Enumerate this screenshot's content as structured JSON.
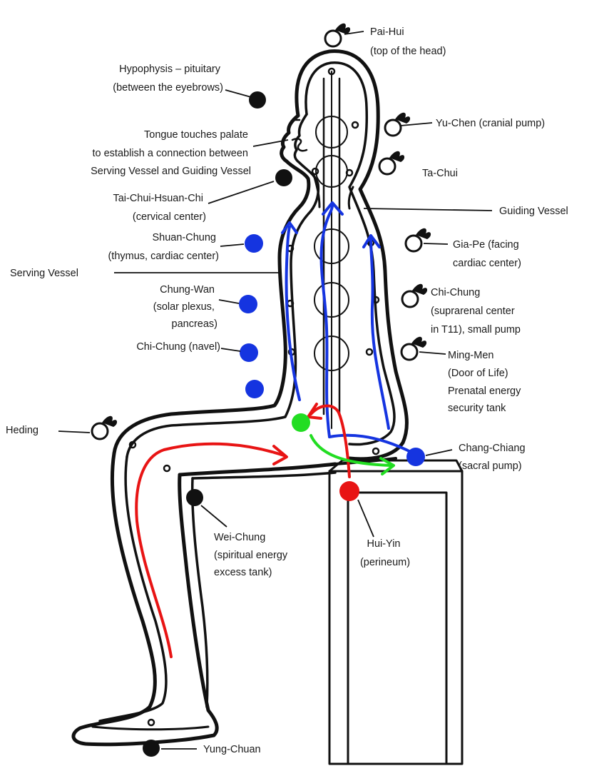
{
  "labels": {
    "pai_hui": [
      "Pai-Hui",
      "(top of the head)"
    ],
    "hypophysis": [
      "Hypophysis – pituitary",
      "(between the eyebrows)"
    ],
    "tongue": [
      "Tongue touches palate",
      "to establish a connection between",
      "Serving Vessel and Guiding Vessel"
    ],
    "yu_chen": [
      "Yu-Chen (cranial pump)"
    ],
    "ta_chui": [
      "Ta-Chui"
    ],
    "tai_chui": [
      "Tai-Chui-Hsuan-Chi",
      "(cervical center)"
    ],
    "guiding_vessel": [
      "Guiding Vessel"
    ],
    "shuan_chung": [
      "Shuan-Chung",
      "(thymus, cardiac center)"
    ],
    "gia_pe": [
      "Gia-Pe (facing",
      "cardiac center)"
    ],
    "serving_vessel": [
      "Serving Vessel"
    ],
    "chung_wan": [
      "Chung-Wan",
      "(solar plexus,",
      "pancreas)"
    ],
    "chi_chung_back": [
      "Chi-Chung",
      "(suprarenal center",
      "in T11), small pump"
    ],
    "chi_chung_navel": [
      "Chi-Chung (navel)"
    ],
    "ming_men": [
      "Ming-Men",
      "(Door of Life)",
      "Prenatal energy",
      "security tank"
    ],
    "heding": [
      "Heding"
    ],
    "chang_chiang": [
      "Chang-Chiang",
      "(sacral pump)"
    ],
    "wei_chung": [
      "Wei-Chung",
      "(spiritual energy",
      "excess tank)"
    ],
    "hui_yin": [
      "Hui-Yin",
      "(perineum)"
    ],
    "yung_chuan": [
      "Yung-Chuan"
    ]
  },
  "colors": {
    "ink": "#111111",
    "blue": "#1534e0",
    "red": "#e81414",
    "green": "#22dd22"
  }
}
